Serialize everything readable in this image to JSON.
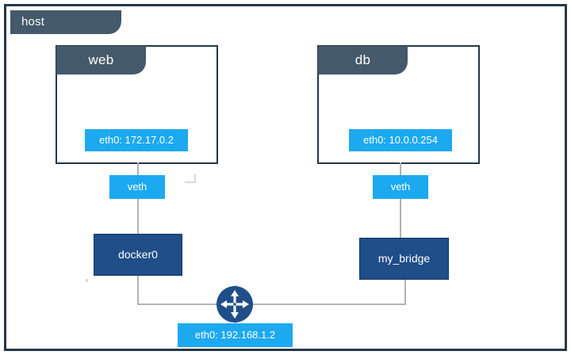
{
  "host": {
    "tab_label": "host",
    "border_color": "#243746",
    "tab_color": "#44596B"
  },
  "palette": {
    "slate": "#44596B",
    "cyan": "#1CA9F0",
    "navy": "#1F4E88",
    "connector_gray": "#B2B2B2",
    "frame_navy": "#243746",
    "white": "#FFFFFF"
  },
  "containers": [
    {
      "name": "web",
      "title": "web",
      "interface_label": "eth0: 172.17.0.2",
      "veth_label": "veth",
      "bridge_label": "docker0"
    },
    {
      "name": "db",
      "title": "db",
      "interface_label": "eth0: 10.0.0.254",
      "veth_label": "veth",
      "bridge_label": "my_bridge"
    }
  ],
  "router": {
    "icon": "router-icon",
    "interface_label": "eth0: 192.168.1.2"
  }
}
